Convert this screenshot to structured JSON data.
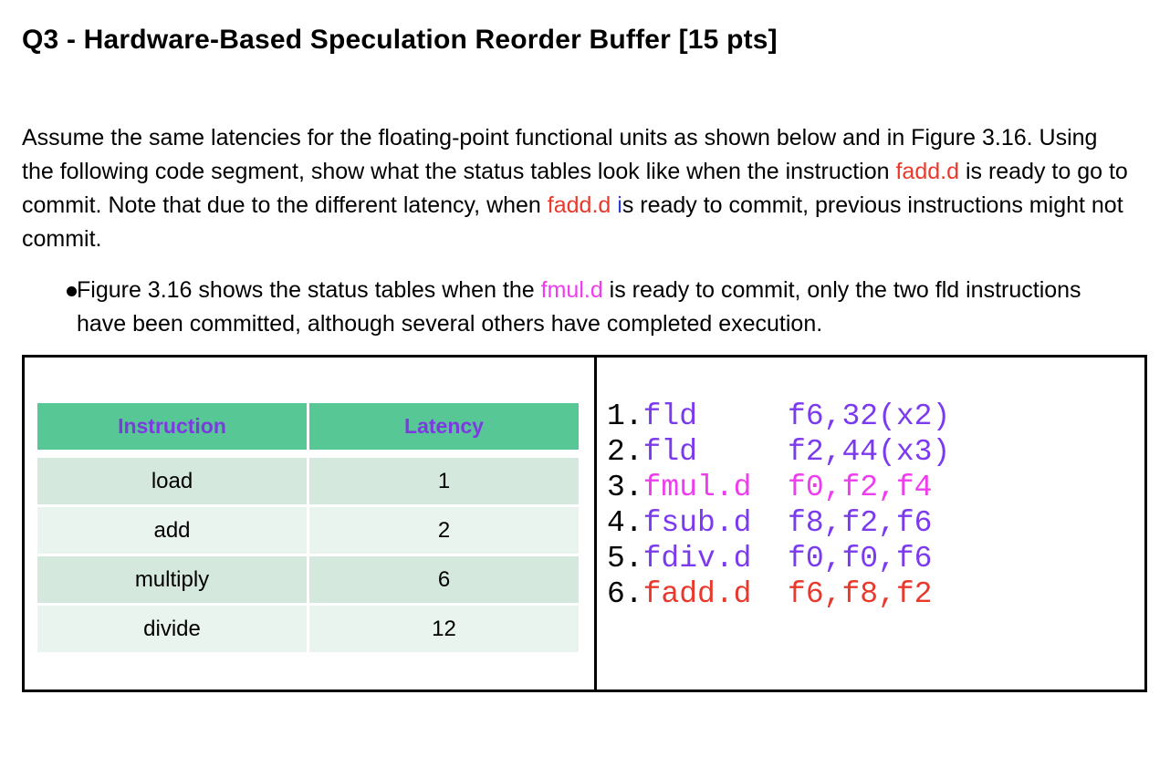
{
  "page": {
    "title": "Q3 - Hardware-Based Speculation Reorder Buffer [15 pts]"
  },
  "colors": {
    "header_bg": "#57c795",
    "header_text": "#7c3be0",
    "row_dark": "#d5e8de",
    "row_light": "#e9f4ef",
    "code_purple": "#7c3aee",
    "code_magenta": "#ee3cee",
    "code_red": "#e8392c",
    "highlight_red": "#e8392c",
    "highlight_magenta": "#ee3cee",
    "highlight_blue": "#2b3cdb"
  },
  "intro": {
    "segments": [
      {
        "text": "Assume the same latencies for the floating-point functional units as shown below and in Figure 3.16. Using the following code segment, show what the status tables look like when the instruction "
      },
      {
        "text": "fadd.d",
        "color": "#e8392c"
      },
      {
        "text": " is ready to go to commit. Note that due to the different latency, when "
      },
      {
        "text": "fadd.d",
        "color": "#e8392c"
      },
      {
        "text": " "
      },
      {
        "text": "i",
        "color": "#2b3cdb"
      },
      {
        "text": "s ready to commit, previous instructions might not commit."
      }
    ]
  },
  "bullet": {
    "segments": [
      {
        "text": "Figure 3.16 shows the status tables when the "
      },
      {
        "text": "fmul.d",
        "color": "#ee3cee"
      },
      {
        "text": " is ready to commit, only the two fld instructions have been committed, although several others have completed execution."
      }
    ]
  },
  "latency_table": {
    "headers": [
      "Instruction",
      "Latency"
    ],
    "rows": [
      {
        "instruction": "load",
        "latency": "1"
      },
      {
        "instruction": "add",
        "latency": "2"
      },
      {
        "instruction": "multiply",
        "latency": "6"
      },
      {
        "instruction": "divide",
        "latency": "12"
      }
    ]
  },
  "code": {
    "lines": [
      {
        "num": "1.",
        "body": "fld     f6,32(x2)",
        "color": "#7c3aee"
      },
      {
        "num": "2.",
        "body": "fld     f2,44(x3)",
        "color": "#7c3aee"
      },
      {
        "num": "3.",
        "body": "fmul.d  f0,f2,f4",
        "color": "#ee3cee"
      },
      {
        "num": "4.",
        "body": "fsub.d  f8,f2,f6",
        "color": "#7c3aee"
      },
      {
        "num": "5.",
        "body": "fdiv.d  f0,f0,f6",
        "color": "#7c3aee"
      },
      {
        "num": "6.",
        "body": "fadd.d  f6,f8,f2",
        "color": "#e8392c"
      }
    ]
  }
}
